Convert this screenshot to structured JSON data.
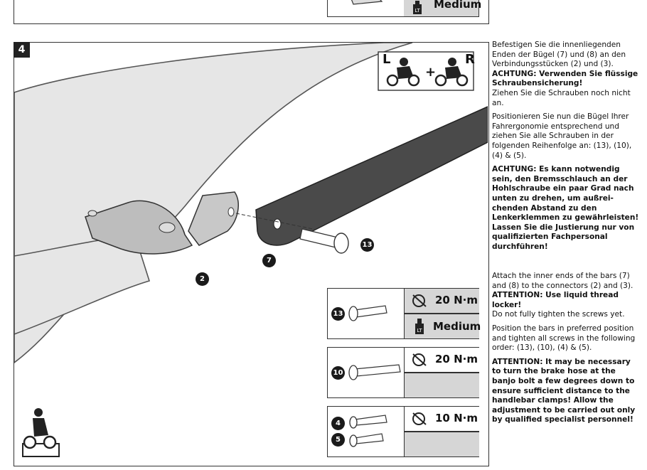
{
  "step": {
    "number": "4"
  },
  "prev_step": {
    "lock_level": "Medium"
  },
  "ergonomics_badge": {
    "left": "L",
    "right": "R",
    "plus": "+"
  },
  "callouts": {
    "p2": "2",
    "p7": "7",
    "p13": "13"
  },
  "specs": [
    {
      "parts": [
        "13"
      ],
      "torque": "20 N·m",
      "lock_level": "Medium"
    },
    {
      "parts": [
        "10"
      ],
      "torque": "20 N·m",
      "lock_level": ""
    },
    {
      "parts": [
        "4",
        "5"
      ],
      "torque": "10 N·m",
      "lock_level": ""
    }
  ],
  "text_de": {
    "p1": "Befestigen Sie die innenliegenden Enden der Bügel (7) und (8) an den Verbindungsstücken (2) und (3).",
    "p1_warn": "ACHTUNG: Verwenden Sie flüssige Schraubensicherung!",
    "p1_tail": "Ziehen Sie die Schrauben noch nicht an.",
    "p2": "Positionieren Sie nun die Bügel Ihrer Fahrergonomie entsprechend und ziehen Sie alle Schrauben in der folgenden Reihenfolge an: (13), (10), (4) & (5).",
    "p3_warn": "ACHTUNG: Es kann notwendig sein, den Bremsschlauch an der Hohlschraube ein paar Grad nach unten zu drehen, um außrei-chenden Abstand zu den Lenkerklemmen zu gewährleisten! Lassen Sie die Justierung nur von qualifizierten Fachpersonal durchführen!"
  },
  "text_en": {
    "p1": "Attach the inner ends of the bars (7) and (8) to the connectors (2) and (3).",
    "p1_warn": "ATTENTION: Use liquid thread locker!",
    "p1_tail": "Do not fully tighten the screws yet.",
    "p2": "Position the bars in preferred position and tighten all screws in the following order: (13), (10), (4) & (5).",
    "p3_warn": "ATTENTION: It may be necessary to turn the brake hose at the banjo bolt a few degrees down to ensure sufficient distance to the handlebar clamps! Allow the adjustment to be carried out only by qualified specialist personnel!"
  },
  "colors": {
    "bar_fill": "#e6e6e6",
    "dark_bar": "#4a4a4a",
    "part_fill": "#bdbdbd",
    "spec_shade": "#d6d6d6"
  },
  "icons": [
    "torque-wrench-icon",
    "thread-locker-bottle-icon",
    "rider-position-icon",
    "rider-seated-icon"
  ]
}
